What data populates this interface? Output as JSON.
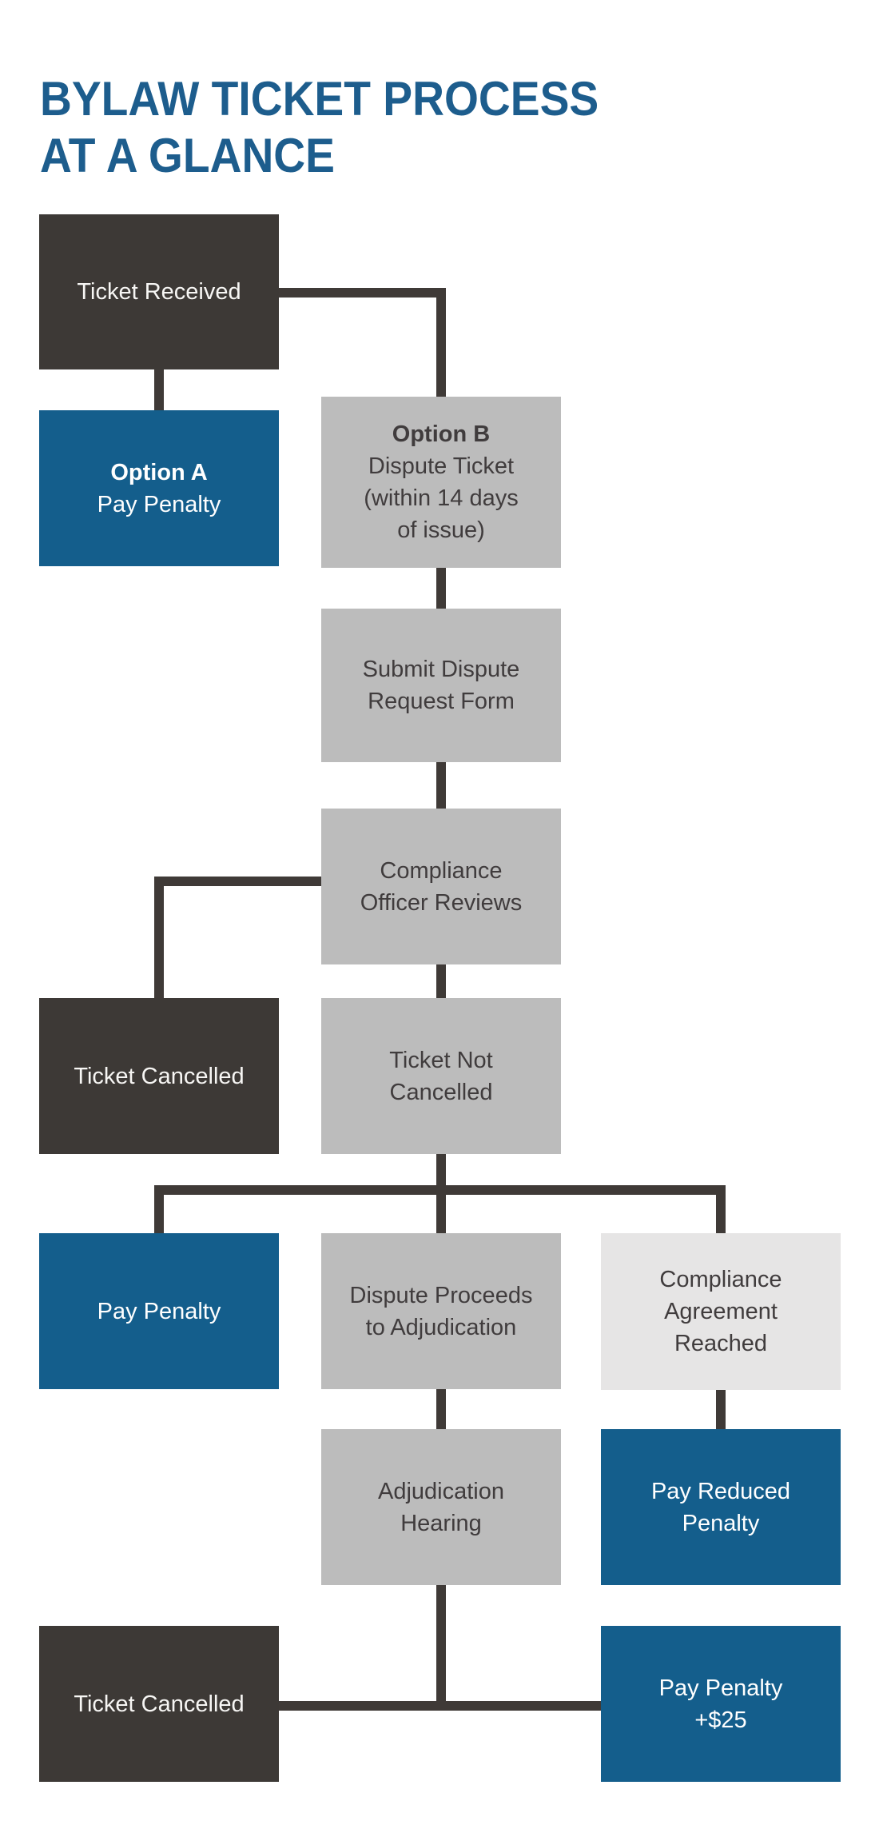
{
  "title": {
    "line1": "BYLAW TICKET PROCESS",
    "line2": "AT A GLANCE"
  },
  "colors": {
    "title_blue": "#1d5d8d",
    "blue": "#145e8c",
    "dark": "#3d3936",
    "gray": "#bcbcbc",
    "light": "#e6e5e5",
    "connector": "#3f3a37",
    "text_on_dark": "#f7f6f4",
    "text_on_gray": "#403c3d"
  },
  "nodes": {
    "ticket_received": {
      "label": "Ticket Received"
    },
    "option_a": {
      "title": "Option A",
      "subtitle": "Pay Penalty"
    },
    "option_b": {
      "title": "Option B",
      "lines": [
        "Dispute Ticket",
        "(within 14 days",
        "of issue)"
      ]
    },
    "submit_dispute": {
      "lines": [
        "Submit Dispute",
        "Request Form"
      ]
    },
    "compliance_reviews": {
      "lines": [
        "Compliance",
        "Officer Reviews"
      ]
    },
    "ticket_cancelled_1": {
      "label": "Ticket Cancelled"
    },
    "ticket_not_cancelled": {
      "lines": [
        "Ticket Not",
        "Cancelled"
      ]
    },
    "pay_penalty": {
      "label": "Pay Penalty"
    },
    "dispute_proceeds": {
      "lines": [
        "Dispute Proceeds",
        "to Adjudication"
      ]
    },
    "compliance_agreement": {
      "lines": [
        "Compliance",
        "Agreement",
        "Reached"
      ]
    },
    "adjudication_hearing": {
      "lines": [
        "Adjudication",
        "Hearing"
      ]
    },
    "pay_reduced_penalty": {
      "lines": [
        "Pay Reduced",
        "Penalty"
      ]
    },
    "ticket_cancelled_2": {
      "label": "Ticket Cancelled"
    },
    "pay_penalty_25": {
      "lines": [
        "Pay Penalty",
        "+$25"
      ]
    }
  },
  "edges": [
    {
      "from": "ticket_received",
      "to": "option_a"
    },
    {
      "from": "ticket_received",
      "to": "option_b"
    },
    {
      "from": "option_b",
      "to": "submit_dispute"
    },
    {
      "from": "submit_dispute",
      "to": "compliance_reviews"
    },
    {
      "from": "compliance_reviews",
      "to": "ticket_cancelled_1"
    },
    {
      "from": "compliance_reviews",
      "to": "ticket_not_cancelled"
    },
    {
      "from": "ticket_not_cancelled",
      "to": "pay_penalty"
    },
    {
      "from": "ticket_not_cancelled",
      "to": "dispute_proceeds"
    },
    {
      "from": "ticket_not_cancelled",
      "to": "compliance_agreement"
    },
    {
      "from": "dispute_proceeds",
      "to": "adjudication_hearing"
    },
    {
      "from": "compliance_agreement",
      "to": "pay_reduced_penalty"
    },
    {
      "from": "adjudication_hearing",
      "to": "ticket_cancelled_2"
    },
    {
      "from": "adjudication_hearing",
      "to": "pay_penalty_25"
    }
  ]
}
